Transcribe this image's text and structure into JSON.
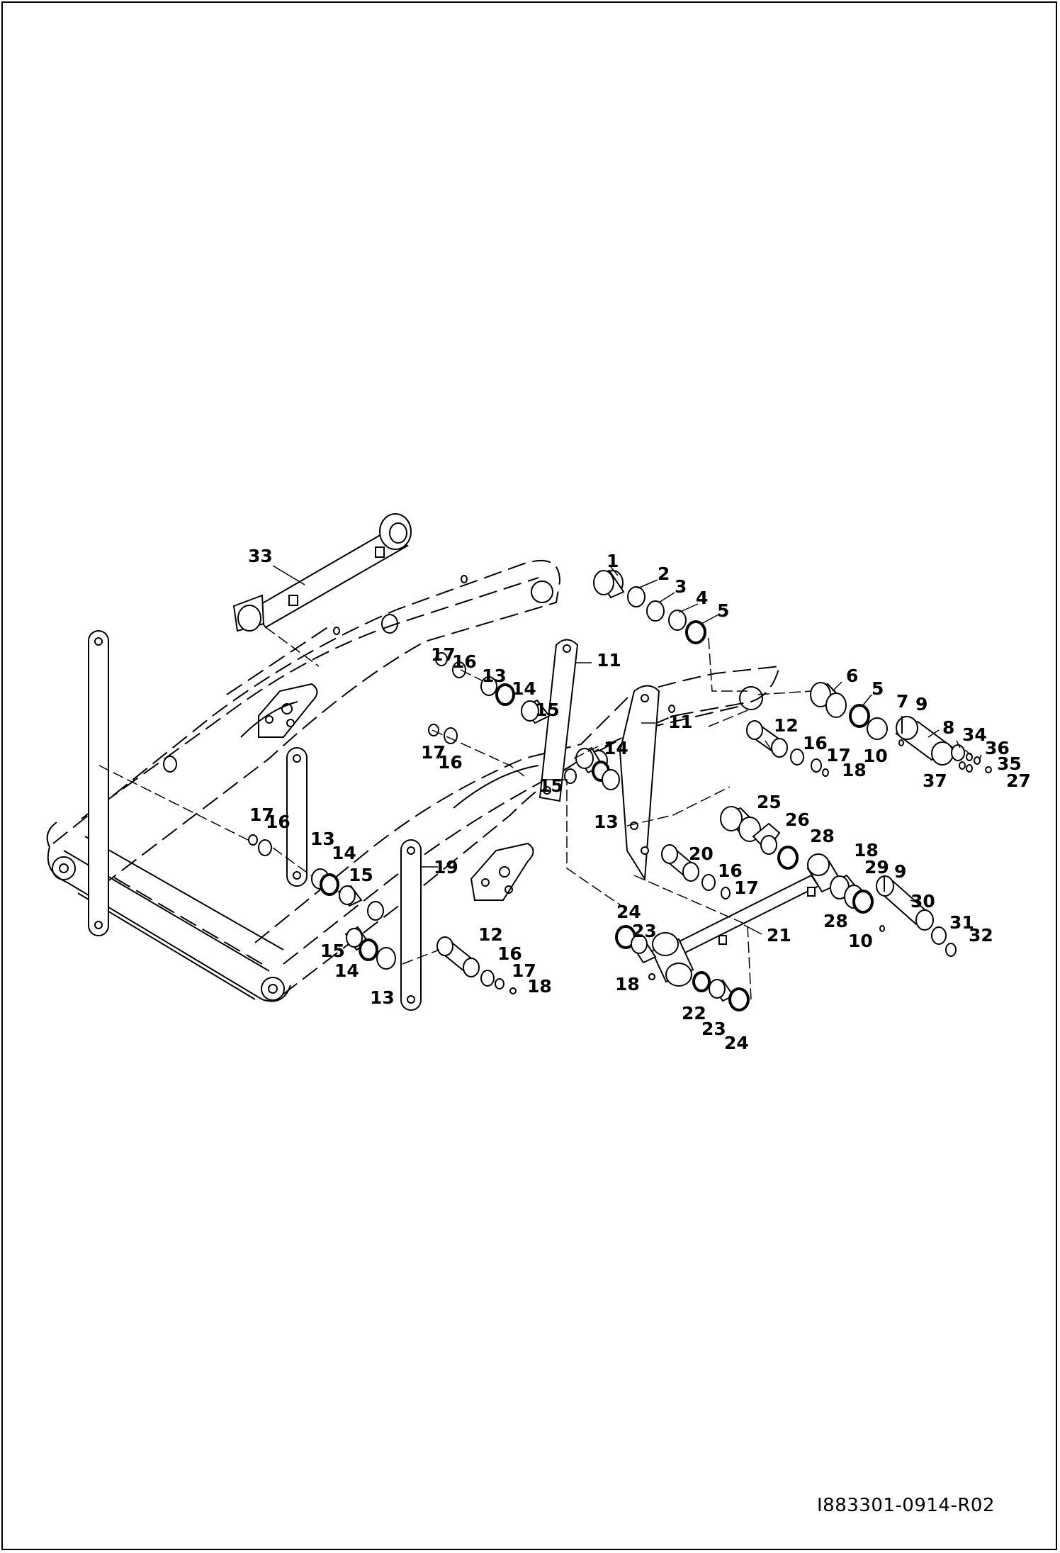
{
  "document_id": "I883301-0914-R02",
  "callouts": {
    "c1": "1",
    "c2": "2",
    "c3": "3",
    "c4": "4",
    "c5a": "5",
    "c5b": "5",
    "c6": "6",
    "c7": "7",
    "c8": "8",
    "c9a": "9",
    "c9b": "9",
    "c10a": "10",
    "c10b": "10",
    "c11a": "11",
    "c11b": "11",
    "c12a": "12",
    "c12b": "12",
    "c13a": "13",
    "c13b": "13",
    "c13c": "13",
    "c13d": "13",
    "c14a": "14",
    "c14b": "14",
    "c14c": "14",
    "c14d": "14",
    "c15a": "15",
    "c15b": "15",
    "c15c": "15",
    "c15d": "15",
    "c16a": "16",
    "c16b": "16",
    "c16c": "16",
    "c16d": "16",
    "c16e": "16",
    "c16f": "16",
    "c17a": "17",
    "c17b": "17",
    "c17c": "17",
    "c17d": "17",
    "c17e": "17",
    "c17f": "17",
    "c18a": "18",
    "c18b": "18",
    "c18c": "18",
    "c18d": "18",
    "c19": "19",
    "c20": "20",
    "c21": "21",
    "c22": "22",
    "c23a": "23",
    "c23b": "23",
    "c24a": "24",
    "c24b": "24",
    "c25": "25",
    "c26": "26",
    "c27": "27",
    "c28a": "28",
    "c28b": "28",
    "c29": "29",
    "c30": "30",
    "c31": "31",
    "c32": "32",
    "c33": "33",
    "c34": "34",
    "c35": "35",
    "c36": "36",
    "c37": "37"
  }
}
